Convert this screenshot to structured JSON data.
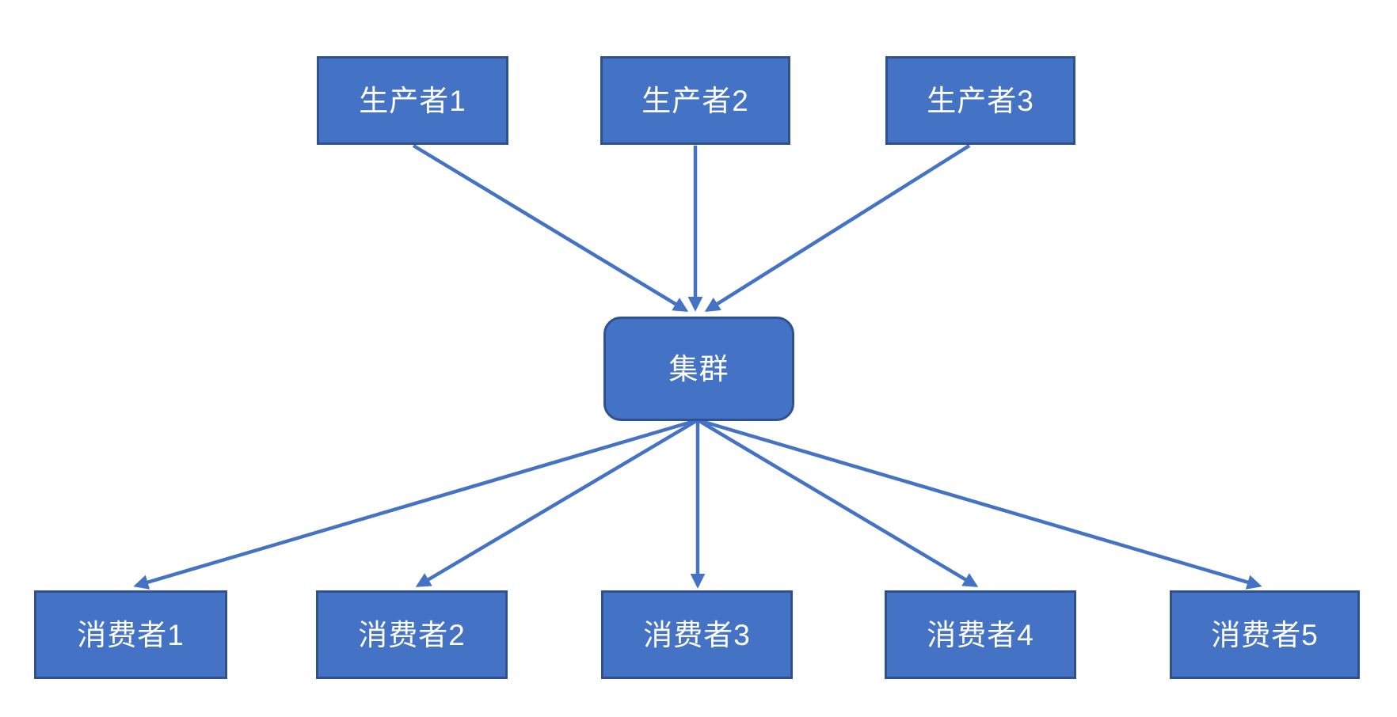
{
  "diagram": {
    "nodes": [
      {
        "id": "producer1",
        "label": "生产者1",
        "shape": "rect"
      },
      {
        "id": "producer2",
        "label": "生产者2",
        "shape": "rect"
      },
      {
        "id": "producer3",
        "label": "生产者3",
        "shape": "rect"
      },
      {
        "id": "cluster",
        "label": "集群",
        "shape": "rounded-rect"
      },
      {
        "id": "consumer1",
        "label": "消费者1",
        "shape": "rect"
      },
      {
        "id": "consumer2",
        "label": "消费者2",
        "shape": "rect"
      },
      {
        "id": "consumer3",
        "label": "消费者3",
        "shape": "rect"
      },
      {
        "id": "consumer4",
        "label": "消费者4",
        "shape": "rect"
      },
      {
        "id": "consumer5",
        "label": "消费者5",
        "shape": "rect"
      }
    ],
    "edges": [
      {
        "from": "producer1",
        "to": "cluster"
      },
      {
        "from": "producer2",
        "to": "cluster"
      },
      {
        "from": "producer3",
        "to": "cluster"
      },
      {
        "from": "cluster",
        "to": "consumer1"
      },
      {
        "from": "cluster",
        "to": "consumer2"
      },
      {
        "from": "cluster",
        "to": "consumer3"
      },
      {
        "from": "cluster",
        "to": "consumer4"
      },
      {
        "from": "cluster",
        "to": "consumer5"
      }
    ],
    "colors": {
      "node_fill": "#4472C4",
      "node_border": "#2F528F",
      "arrow": "#4472C4",
      "label_text": "#FFFFFF",
      "background": "#FFFFFF"
    }
  }
}
